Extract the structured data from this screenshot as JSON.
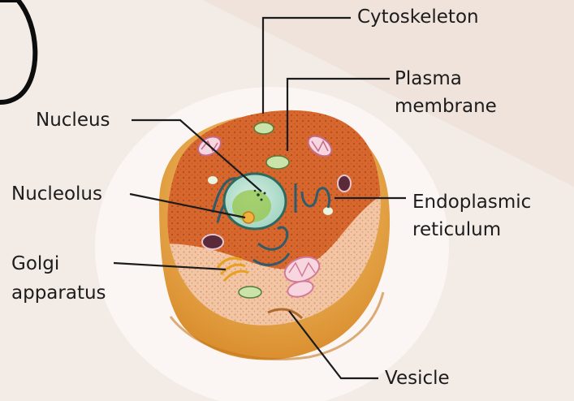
{
  "labels": {
    "cytoskeleton": "Cytoskeleton",
    "plasma_membrane_line1": "Plasma",
    "plasma_membrane_line2": "membrane",
    "nucleus": "Nucleus",
    "nucleolus": "Nucleolus",
    "endoplasmic_reticulum_line1": "Endoplasmic",
    "endoplasmic_reticulum_line2": "reticulum",
    "golgi_line1": "Golgi",
    "golgi_line2": "apparatus",
    "vesicle": "Vesicle"
  },
  "colors": {
    "background": "#f3ebe6",
    "cytoplasm": "#d8672e",
    "membrane_rim": "#e9a347",
    "nucleus": "#bfe6d7",
    "nucleolus": "#96c64a",
    "leader_lines": "#1c1c1c"
  }
}
